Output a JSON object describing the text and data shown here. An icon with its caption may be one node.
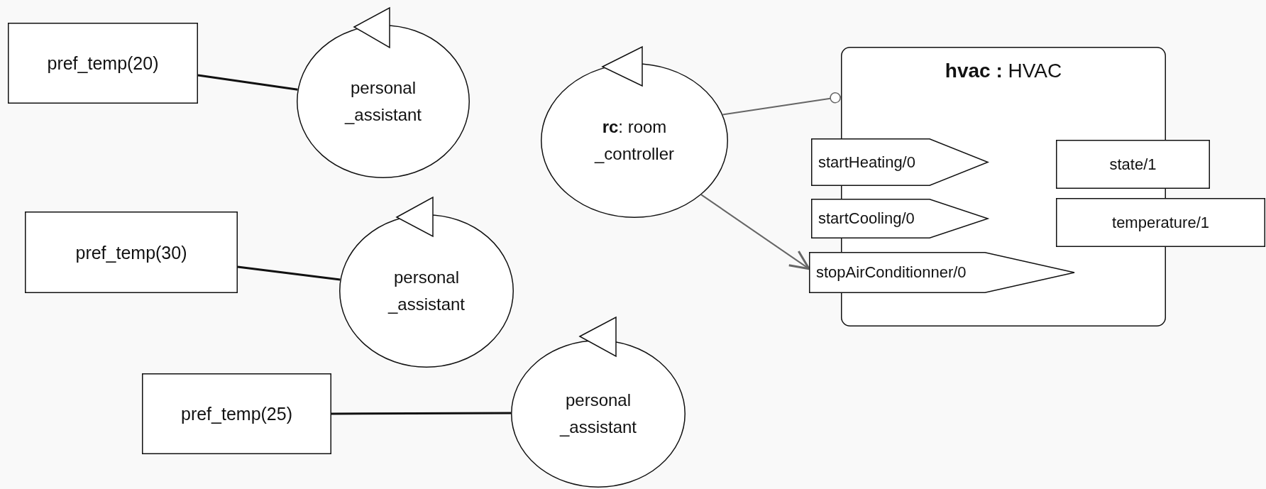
{
  "diagram": {
    "nodes": [
      {
        "text": [
          "pref_temp(20)"
        ]
      },
      {
        "text": [
          "personal _assistant"
        ]
      },
      {
        "text": [
          "**rc**: room _controller"
        ]
      },
      {
        "text": [
          "**hvac :** HVAC"
        ]
      },
      {
        "text": [
          "startHeating/0"
        ]
      },
      {
        "text": [
          "startCooling/0"
        ]
      },
      {
        "text": [
          "stopAirConditionner/0"
        ]
      },
      {
        "text": [
          "state/1"
        ]
      },
      {
        "text": [
          "temperature/1"
        ]
      },
      {
        "text": [
          "pref_temp(30)"
        ]
      },
      {
        "text": [
          "personal _assistant"
        ]
      },
      {
        "text": [
          "pref_temp(25)"
        ]
      },
      {
        "text": [
          "personal _assistant"
        ]
      }
    ],
    "edges": [
      {
        "from": 0,
        "to": 1,
        "arrow": "none"
      },
      {
        "from": 2,
        "to": 3,
        "arrow": "other",
        "color": "#666666"
      },
      {
        "from": 2,
        "to": 6,
        "arrow": "to",
        "color": "#666666"
      },
      {
        "from": 9,
        "to": 10,
        "arrow": "none"
      },
      {
        "from": 11,
        "to": 12,
        "arrow": "none"
      }
    ]
  }
}
